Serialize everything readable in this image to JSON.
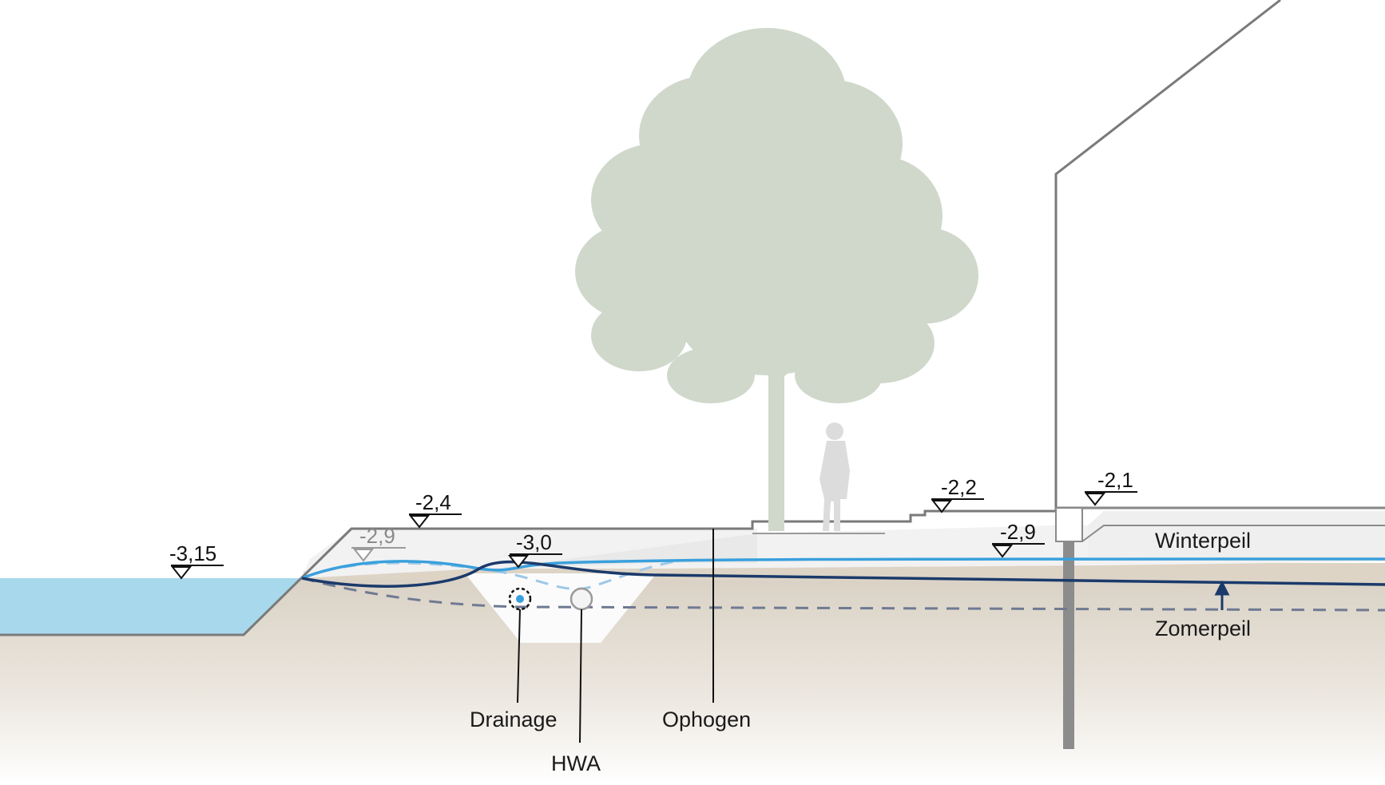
{
  "levels": {
    "water": "-3,15",
    "dike_top": "-2,4",
    "dike_old": "-2,9",
    "drain_level": "-3,0",
    "street": "-2,2",
    "house_yard": "-2,9",
    "house_floor": "-2,1"
  },
  "labels": {
    "winterpeil": "Winterpeil",
    "zomerpeil": "Zomerpeil",
    "drainage": "Drainage",
    "hwa": "HWA",
    "ophogen": "Ophogen"
  },
  "colors": {
    "water": "#a8d8ec",
    "ground": "#ddd5c8",
    "tree": "#cfd8cb",
    "winterpeil_line": "#3aa0dc",
    "zomerpeil_line": "#1b3a6b",
    "dashed_grey": "#6f7a92",
    "dashed_blue": "#9cc8e8",
    "outline": "#7a7a7a"
  },
  "icons": {
    "level_marker": "triangle-down-icon",
    "drain_pipe": "drain-pipe-icon",
    "hwa_pipe": "pipe-circle-icon",
    "arrow": "arrow-up-icon"
  }
}
